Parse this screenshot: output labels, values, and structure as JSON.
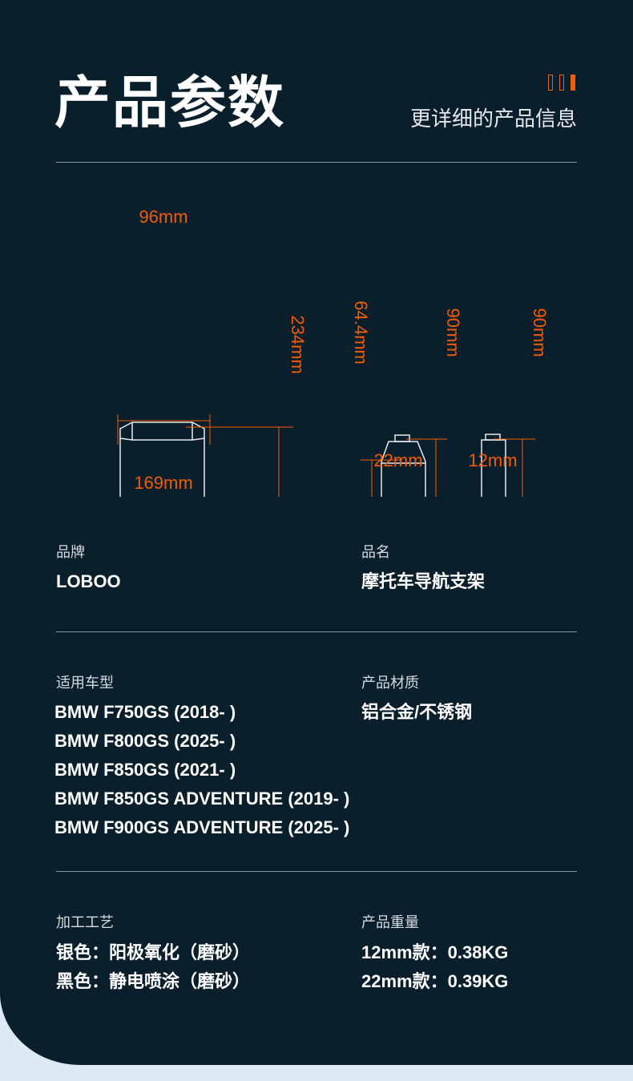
{
  "header": {
    "title": "产品参数",
    "subtitle": "更详细的产品信息"
  },
  "diagram": {
    "width_top": "96mm",
    "width_bottom": "169mm",
    "height_total": "234mm",
    "clamp_inner": "64.4mm",
    "clamp_height_a": "90mm",
    "clamp_height_b": "90mm",
    "clamp_width_a": "22mm",
    "clamp_width_b": "12mm"
  },
  "specs": {
    "brand": {
      "label": "品牌",
      "value": "LOBOO"
    },
    "name": {
      "label": "品名",
      "value": "摩托车导航支架"
    },
    "models": {
      "label": "适用车型",
      "values": [
        "BMW F750GS (2018- )",
        "BMW F800GS (2025- )",
        "BMW F850GS (2021- )",
        "BMW F850GS ADVENTURE (2019- )",
        "BMW F900GS ADVENTURE (2025- )"
      ]
    },
    "material": {
      "label": "产品材质",
      "value": "铝合金/不锈钢"
    },
    "process": {
      "label": "加工工艺",
      "values": [
        "银色：阳极氧化（磨砂）",
        "黑色：静电喷涂（磨砂）"
      ]
    },
    "weight": {
      "label": "产品重量",
      "values": [
        "12mm款：0.38KG",
        "22mm款：0.39KG"
      ]
    }
  },
  "colors": {
    "background": "#0a1f2c",
    "accent": "#f25c05",
    "outer": "#dbeaf5"
  }
}
